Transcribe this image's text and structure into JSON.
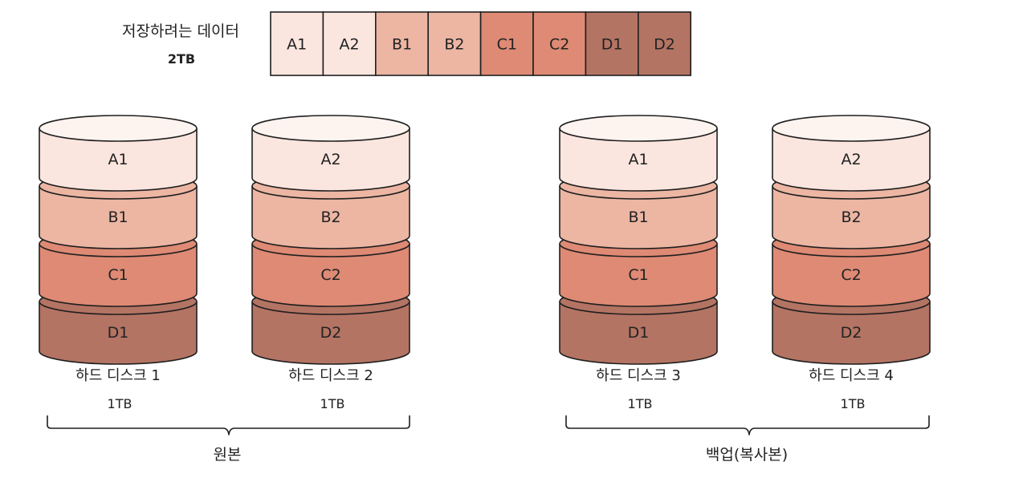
{
  "data_label": {
    "title": "저장하려는 데이터",
    "size": "2TB"
  },
  "data_blocks": [
    "A1",
    "A2",
    "B1",
    "B2",
    "C1",
    "C2",
    "D1",
    "D2"
  ],
  "disks": [
    {
      "name": "하드 디스크 1",
      "capacity": "1TB",
      "segments": [
        "A1",
        "B1",
        "C1",
        "D1"
      ]
    },
    {
      "name": "하드 디스크 2",
      "capacity": "1TB",
      "segments": [
        "A2",
        "B2",
        "C2",
        "D2"
      ]
    },
    {
      "name": "하드 디스크 3",
      "capacity": "1TB",
      "segments": [
        "A1",
        "B1",
        "C1",
        "D1"
      ]
    },
    {
      "name": "하드 디스크 4",
      "capacity": "1TB",
      "segments": [
        "A2",
        "B2",
        "C2",
        "D2"
      ]
    }
  ],
  "groups": [
    {
      "label": "원본"
    },
    {
      "label": "백업(복사본)"
    }
  ],
  "colors": {
    "A": "#fbe6df",
    "B": "#ecb6a3",
    "C": "#de8a74",
    "D": "#b47463",
    "A_top": "#fdf3ef",
    "B_top": "#f2c6b6",
    "C_top": "#e69d88",
    "D_top": "#c38373",
    "stroke": "#1f1f1f"
  }
}
